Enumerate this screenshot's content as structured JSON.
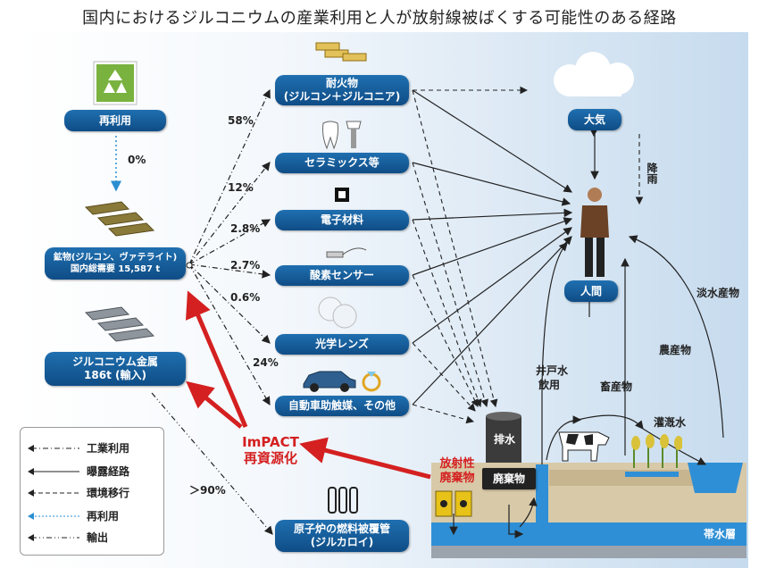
{
  "title": "国内におけるジルコニウムの産業利用と人が放射線被ばくする可能性のある経路",
  "nodes": {
    "recycle": "再利用",
    "ore_line1": "鉱物(ジルコン、ヴァテライト)",
    "ore_line2": "国内総需要 15,587 t",
    "metal_line1": "ジルコニウム金属",
    "metal_line2": "186t (輸入)",
    "refractory_line1": "耐火物",
    "refractory_line2": "(ジルコン＋ジルコニア)",
    "ceramics": "セラミックス等",
    "electronics": "電子材料",
    "oxygen_sensor": "酸素センサー",
    "optical_lens": "光学レンズ",
    "catalyst": "自動車助触媒、その他",
    "cladding_line1": "原子炉の燃料被覆管",
    "cladding_line2": "(ジルカロイ)",
    "atmosphere": "大気",
    "human": "人間",
    "drainage": "排水",
    "waste": "廃棄物",
    "radioactive_line1": "放射性",
    "radioactive_line2": "廃棄物",
    "aquifer": "帯水層",
    "impact_line1": "ImPACT",
    "impact_line2": "再資源化"
  },
  "percentages": {
    "recycle": "0%",
    "refractory": "58%",
    "ceramics": "12%",
    "electronics": "2.8%",
    "oxygen_sensor": "2.7%",
    "optical_lens": "0.6%",
    "catalyst": "24%",
    "cladding": "＞90%"
  },
  "pathway_labels": {
    "rain": "降雨",
    "well_water": "井戸水",
    "drinking": "飲用",
    "livestock": "畜産物",
    "agriculture": "農産物",
    "freshwater": "淡水産物",
    "irrigation": "灌漑水"
  },
  "legend": [
    {
      "style": "dashdot",
      "label": "工業利用"
    },
    {
      "style": "solid",
      "label": "曝露経路"
    },
    {
      "style": "dashed",
      "label": "環境移行"
    },
    {
      "style": "dotted-blue",
      "label": "再利用"
    },
    {
      "style": "dashdotdot",
      "label": "輸出"
    }
  ],
  "colors": {
    "box_blue": "#1565a8",
    "red_arrow": "#d42020",
    "recycle_blue": "#2a8fd0"
  },
  "icons": [
    "recycle-icon",
    "ore-bars-icon",
    "metal-bars-icon",
    "brick-icon",
    "tooth-implant-icon",
    "chip-icon",
    "sensor-icon",
    "lens-icon",
    "car-ring-icon",
    "fuel-rod-icon",
    "cloud-icon",
    "person-icon",
    "drain-tank-icon",
    "cow-icon",
    "crop-icon",
    "radioactive-drum-icon"
  ]
}
